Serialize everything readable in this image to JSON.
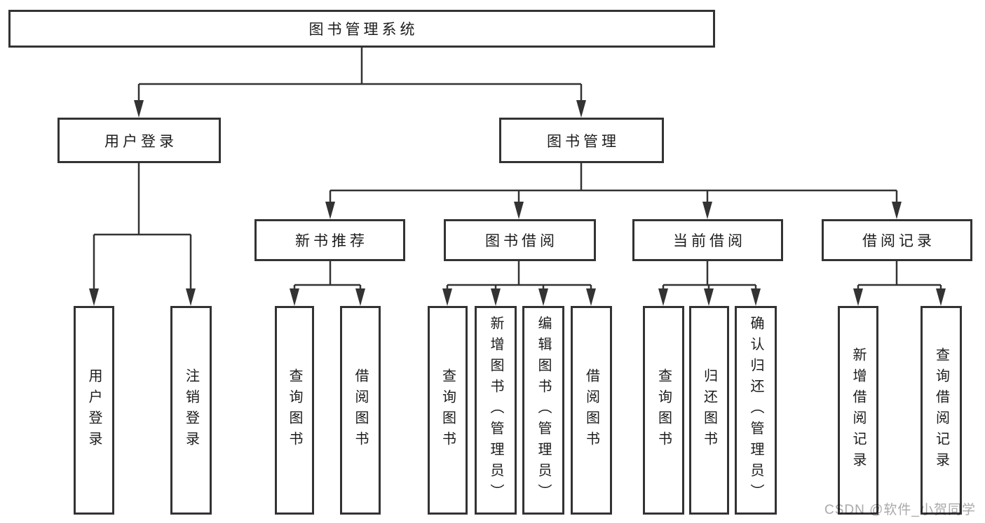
{
  "colors": {
    "line": "#333333",
    "text-color": "#1c1c1c",
    "watermark": "#a9a9a9",
    "bg": "#ffffff"
  },
  "tree": {
    "root": {
      "label": "图书管理系统"
    },
    "level2": [
      {
        "label": "用户登录"
      },
      {
        "label": "图书管理"
      }
    ],
    "level3": [
      {
        "label": "新书推荐"
      },
      {
        "label": "图书借阅"
      },
      {
        "label": "当前借阅"
      },
      {
        "label": "借阅记录"
      }
    ],
    "leaves": [
      {
        "label": "用户登录"
      },
      {
        "label": "注销登录"
      },
      {
        "label": "查询图书"
      },
      {
        "label": "借阅图书"
      },
      {
        "label": "查询图书"
      },
      {
        "label": "新增图书（管理员）"
      },
      {
        "label": "编辑图书（管理员）"
      },
      {
        "label": "借阅图书"
      },
      {
        "label": "查询图书"
      },
      {
        "label": "归还图书"
      },
      {
        "label": "确认归还（管理员）"
      },
      {
        "label": "新增借阅记录"
      },
      {
        "label": "查询借阅记录"
      }
    ]
  },
  "watermark": {
    "text": "CSDN @软件_小贺同学"
  }
}
